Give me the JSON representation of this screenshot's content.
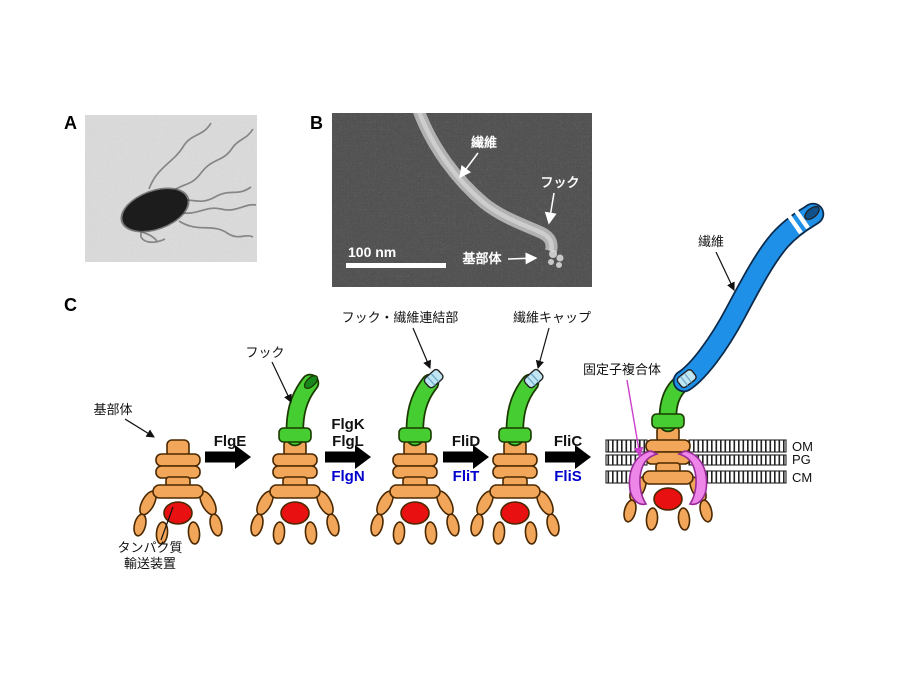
{
  "figure": {
    "panel_a": {
      "label": "A"
    },
    "panel_b": {
      "label": "B",
      "annotations": {
        "filament": "繊維",
        "hook": "フック",
        "basal_body": "基部体"
      },
      "scale_bar_text": "100 nm"
    },
    "panel_c": {
      "label": "C",
      "annotations": {
        "basal_body": "基部体",
        "hook": "フック",
        "hook_filament_junction": "フック・繊維連結部",
        "filament_cap": "繊維キャップ",
        "filament": "繊維",
        "stator_complex": "固定子複合体",
        "export_apparatus_line1": "タンパク質",
        "export_apparatus_line2": "輸送装置"
      },
      "assembly_steps": [
        {
          "top": "FlgE",
          "top2": "",
          "bottom_blue": ""
        },
        {
          "top": "FlgK",
          "top2": "FlgL",
          "bottom_blue": "FlgN"
        },
        {
          "top": "FliD",
          "top2": "",
          "bottom_blue": "FliT"
        },
        {
          "top": "FliC",
          "top2": "",
          "bottom_blue": "FliS"
        }
      ],
      "membrane_labels": {
        "om": "OM",
        "pg": "PG",
        "cm": "CM"
      }
    },
    "colors": {
      "basal_body": "#F2A65A",
      "hook": "#46CD32",
      "filament": "#1E90E8",
      "cap_junction": "#BFE6F2",
      "stator": "#EE85E8",
      "export_apparatus": "#E81010",
      "gene_text_blue": "#0000CC"
    }
  }
}
